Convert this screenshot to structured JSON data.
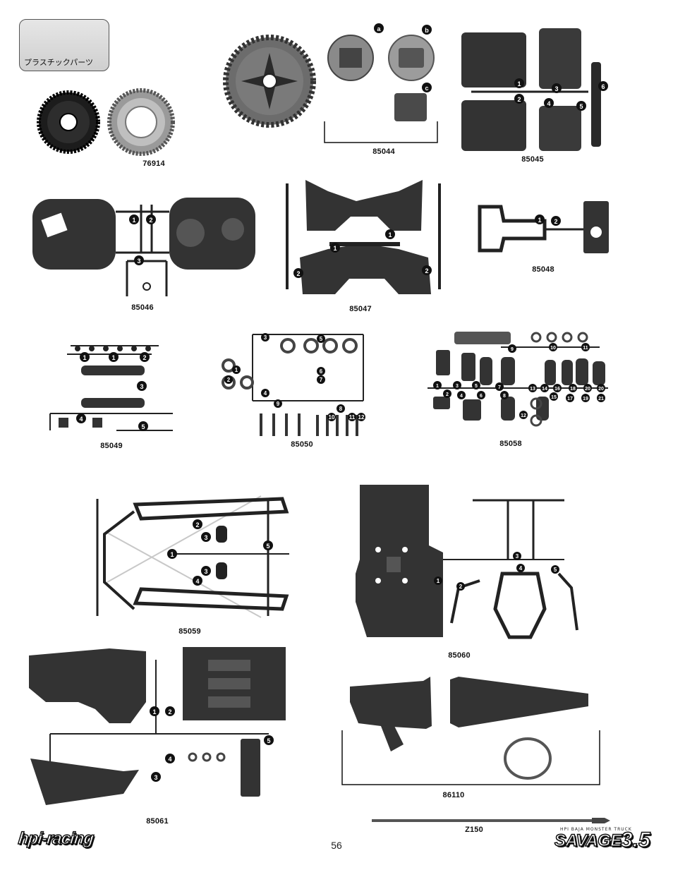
{
  "header": {
    "label": "プラスチックパーツ"
  },
  "parts": [
    {
      "code": "76914"
    },
    {
      "code": "85044"
    },
    {
      "code": "85045"
    },
    {
      "code": "85046"
    },
    {
      "code": "85047"
    },
    {
      "code": "85048"
    },
    {
      "code": "85049"
    },
    {
      "code": "85050"
    },
    {
      "code": "85058"
    },
    {
      "code": "85059"
    },
    {
      "code": "85060"
    },
    {
      "code": "85061"
    },
    {
      "code": "86110"
    },
    {
      "code": "Z150"
    }
  ],
  "page_number": "56",
  "logos": {
    "brand": "hpi-racing",
    "product_sub": "HPI BAJA MONSTER TRUCK",
    "product_name": "SAVAGE",
    "product_version": "3.5"
  }
}
